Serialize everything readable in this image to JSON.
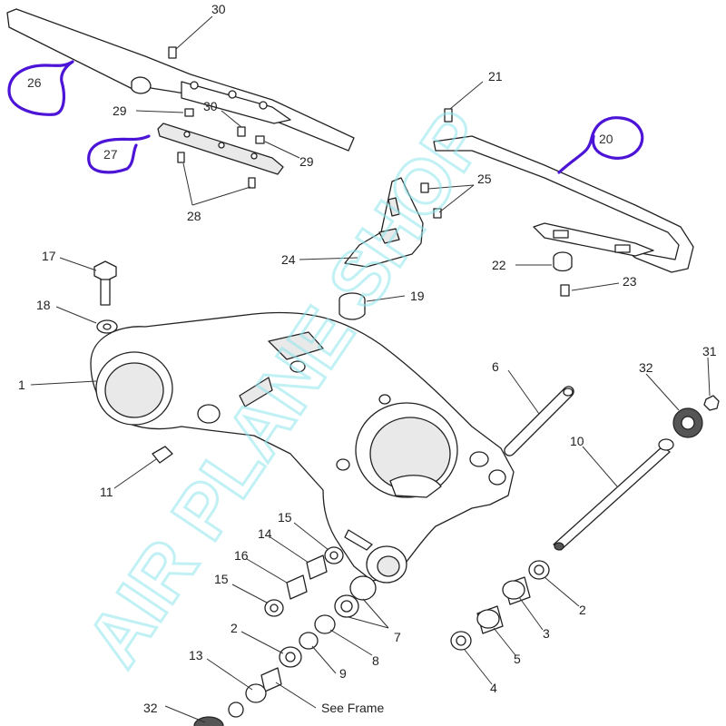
{
  "diagram": {
    "part_labels": {
      "p1": "1",
      "p2a": "2",
      "p2b": "2",
      "p4": "4",
      "p5": "5",
      "p3": "3",
      "p6": "6",
      "p7": "7",
      "p8": "8",
      "p9": "9",
      "p10": "10",
      "p11": "11",
      "p13": "13",
      "p14": "14",
      "p15a": "15",
      "p15b": "15",
      "p16": "16",
      "p17": "17",
      "p18": "18",
      "p19": "19",
      "p21": "21",
      "p22": "22",
      "p23": "23",
      "p24": "24",
      "p25": "25",
      "p28": "28",
      "p29a": "29",
      "p29b": "29",
      "p30a": "30",
      "p30b": "30",
      "p31": "31",
      "p32a": "32",
      "p32b": "32"
    },
    "circled_labels": {
      "c26": "26",
      "c27": "27",
      "c20": "20"
    },
    "see_frame": "See Frame",
    "watermark": "AIR PLANE SHOP",
    "colors": {
      "annotation_ink": "#4b14d6",
      "watermark": "#8fe6ec",
      "line": "#222222"
    }
  }
}
